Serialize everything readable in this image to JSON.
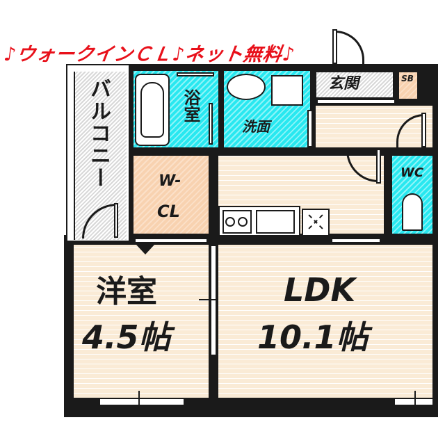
{
  "banner": {
    "text": "♪ウォークインＣＬ♪ネット無料♪",
    "color": "#e8101a"
  },
  "rooms": {
    "balcony": {
      "label": "バルコニー"
    },
    "bath": {
      "label": "浴室"
    },
    "washroom": {
      "label": "洗面"
    },
    "entrance": {
      "label": "玄関"
    },
    "shoebox": {
      "label": "SB"
    },
    "walk_in_closet": {
      "label_line1": "W-",
      "label_line2": "CL"
    },
    "toilet": {
      "label": "WC"
    },
    "western_room": {
      "name": "洋室",
      "size": "4.5帖"
    },
    "ldk": {
      "name": "LDK",
      "size": "10.1帖"
    }
  },
  "colors": {
    "floor": "#faebd6",
    "wet_area": "#28e8f0",
    "closet": "#f8d2b0",
    "balcony": "#d8d8d8",
    "wall": "#1a1a1a"
  }
}
